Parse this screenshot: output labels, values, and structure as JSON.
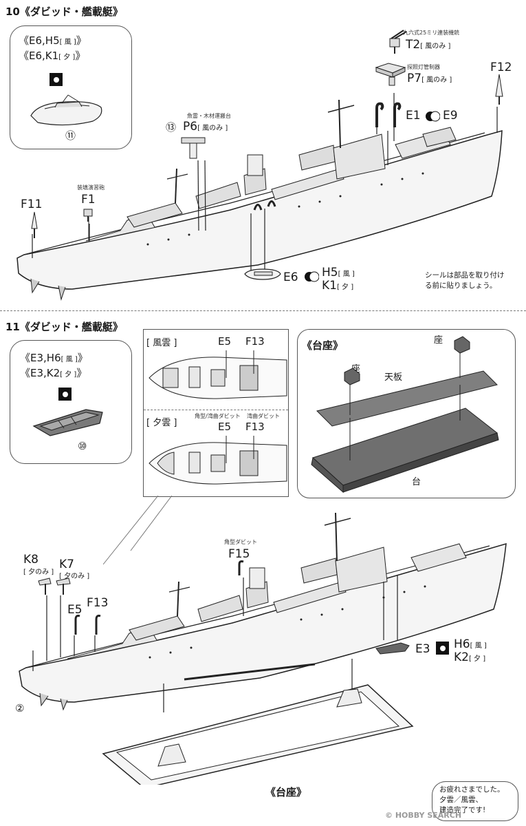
{
  "step10": {
    "number": "10",
    "title": "《ダビッド・艦載艇》",
    "callout_line1": "《E6,H5",
    "callout_line1_tag": "[ 風 ]",
    "callout_line1_end": "》",
    "callout_line2": "《E6,K1",
    "callout_line2_tag": "[ 夕 ]",
    "callout_line2_end": "》",
    "callout_ref": "⑪",
    "ref13": "⑬",
    "p6_caption": "魚雷・木材運搬台",
    "p6": "P6",
    "p6_tag": "[ 風のみ ]",
    "t2_caption": "九六式25ミリ連装機銃",
    "t2": "T2",
    "t2_tag": "[ 風のみ ]",
    "p7_caption": "探照灯管制器",
    "p7": "P7",
    "p7_tag": "[ 風のみ ]",
    "f12": "F12",
    "e1": "E1",
    "e9": "E9",
    "f1_caption": "装填演習砲",
    "f1": "F1",
    "f11": "F11",
    "e6": "E6",
    "h5": "H5",
    "h5_tag": "[ 風 ]",
    "k1": "K1",
    "k1_tag": "[ 夕 ]",
    "note_line1": "シールは部品を取り付け",
    "note_line2": "る前に貼りましょう。"
  },
  "step11": {
    "number": "11",
    "title": "《ダビッド・艦載艇》",
    "callout_line1": "《E3,H6",
    "callout_line1_tag": "[ 風 ]",
    "callout_line1_end": "》",
    "callout_line2": "《E3,K2",
    "callout_line2_tag": "[ 夕 ]",
    "callout_line2_end": "》",
    "callout_ref": "⑩",
    "panel_kazagumo": "[ 風雲 ]",
    "panel_yugumo": "[ 夕雲 ]",
    "e5": "E5",
    "f13": "F13",
    "davit_caption1": "角型/湾曲ダビット",
    "davit_caption2": "湾曲ダビット",
    "stand_title": "《台座》",
    "za1": "座",
    "za2": "座",
    "tenban": "天板",
    "dai": "台",
    "k8": "K8",
    "k8_tag": "[ 夕のみ ]",
    "k7": "K7",
    "k7_tag": "[ 夕のみ ]",
    "e5_main": "E5",
    "f13_main": "F13",
    "f15_caption": "角型ダビット",
    "f15": "F15",
    "e3": "E3",
    "h6": "H6",
    "h6_tag": "[ 風 ]",
    "k2": "K2",
    "k2_tag": "[ 夕 ]",
    "ref2": "②",
    "bottom_stand": "《台座》",
    "finish_line1": "お疲れさまでした。",
    "finish_line2": "夕雲／風雲、",
    "finish_line3": "建造完了です!"
  },
  "watermark": "© HOBBY SEARCH"
}
